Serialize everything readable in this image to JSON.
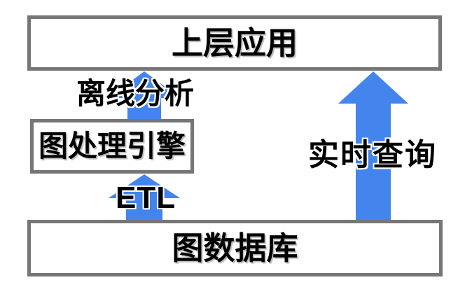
{
  "diagram": {
    "title": "graph-database-architecture",
    "boxes": [
      {
        "id": "upper-application",
        "label": "上层应用"
      },
      {
        "id": "graph-processing-engine",
        "label": "图处理引擎"
      },
      {
        "id": "graph-database",
        "label": "图数据库"
      }
    ],
    "arrows": [
      {
        "id": "offline-analysis",
        "label": "离线分析",
        "from": "graph-processing-engine",
        "to": "upper-application",
        "direction": "up"
      },
      {
        "id": "etl",
        "label": "ETL",
        "from": "graph-database",
        "to": "graph-processing-engine",
        "direction": "up"
      },
      {
        "id": "realtime-query",
        "label": "实时查询",
        "from": "graph-database",
        "to": "upper-application",
        "direction": "up"
      }
    ],
    "colors": {
      "arrow": "#4484ed",
      "box_border": "#767676",
      "box_fill": "#ffffff",
      "text": "#000000",
      "background": "#ffffff"
    }
  }
}
